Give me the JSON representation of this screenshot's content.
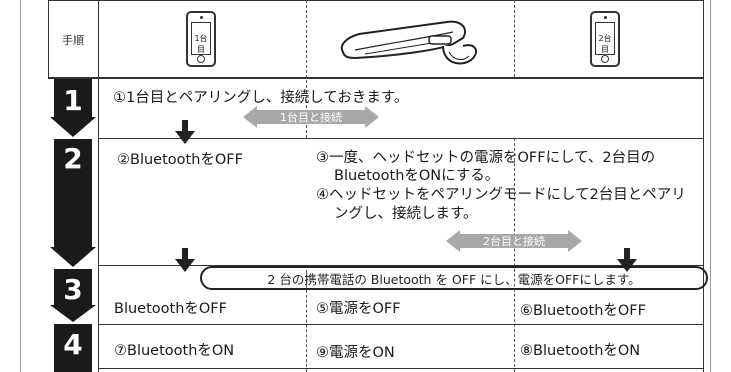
{
  "header": {
    "col_label": "手順",
    "phone1_screen": "1台目",
    "phone2_screen": "2台目"
  },
  "steps": [
    "1",
    "2",
    "3",
    "4"
  ],
  "row1": {
    "text": "①1台目とペアリングし、接続しておきます。",
    "arrow_label": "1台目と接続"
  },
  "row2": {
    "left": "②BluetoothをOFF",
    "mid_line1": "③一度、ヘッドセットの電源をOFFにして、2台目の",
    "mid_line2": "BluetoothをONにする。",
    "mid_line3": "④ヘッドセットをペアリングモードにして2台目とペアリ",
    "mid_line4": "ングし、接続します。",
    "arrow_label": "2台目と接続"
  },
  "row3": {
    "oval_text": "2 台の携帯電話の Bluetooth を OFF にし、電源をOFFにします。",
    "left": "BluetoothをOFF",
    "mid": "⑤電源をOFF",
    "right": "⑥BluetoothをOFF"
  },
  "row4": {
    "left": "⑦BluetoothをON",
    "mid": "⑨電源をON",
    "right": "⑧BluetoothをON"
  },
  "colors": {
    "step_fill": "#1a1a1a",
    "arrow_fill": "#a8a8a8",
    "line": "#333333"
  }
}
